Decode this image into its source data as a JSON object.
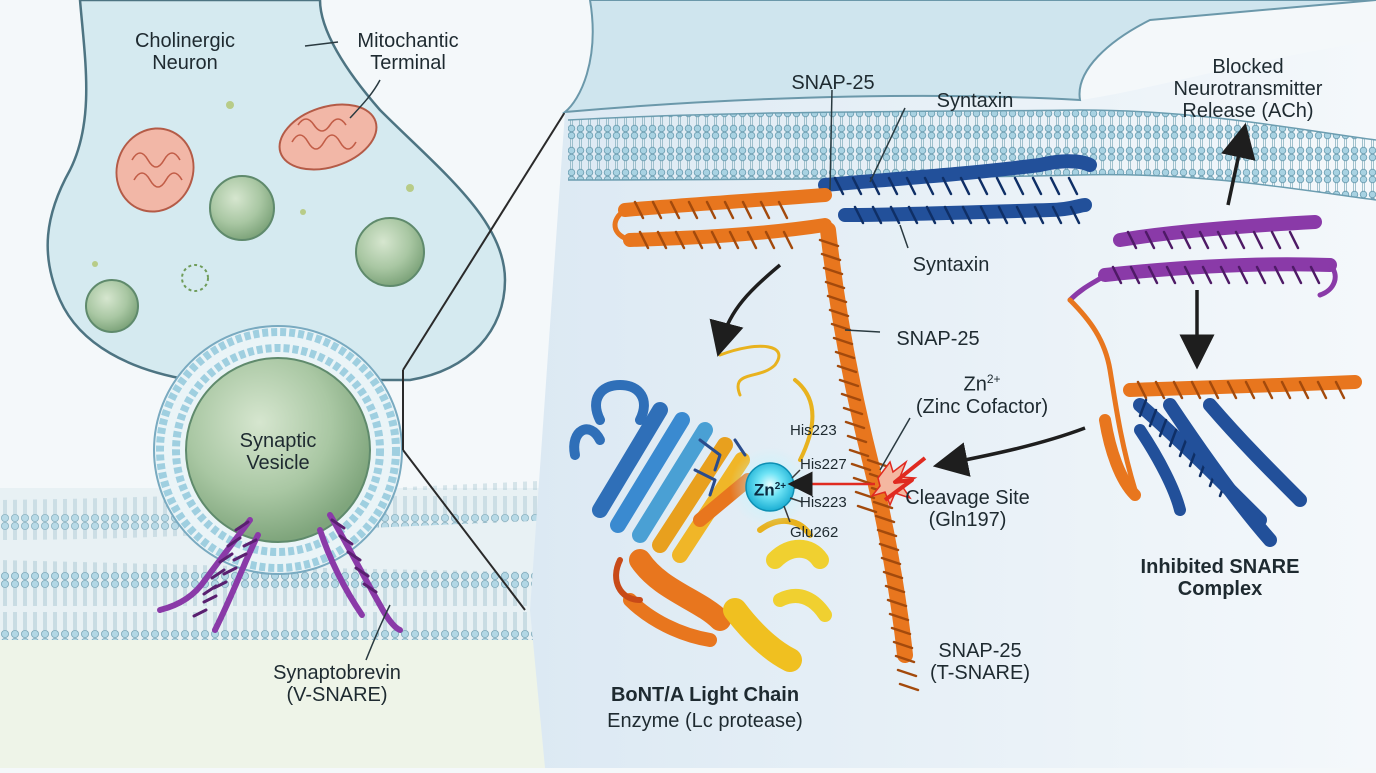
{
  "labels": {
    "cholinergic_neuron": [
      "Cholinergic",
      "Neuron"
    ],
    "mitochondrion_terminal": [
      "Mitochantic",
      "Terminal"
    ],
    "synaptic_vesicle": [
      "Synaptic",
      "Vesicle"
    ],
    "synaptobrevin": [
      "Synaptobrevin",
      "(V-SNARE)"
    ],
    "snap25_top": "SNAP-25",
    "syntaxin_top": "Syntaxin",
    "syntaxin_mid": "Syntaxin",
    "snap25_mid": "SNAP-25",
    "zinc_cofactor": {
      "symbol": "Zn",
      "charge": "2+",
      "description": "(Zinc Cofactor)"
    },
    "zinc_ion": {
      "symbol": "Zn",
      "charge": "2+"
    },
    "residues": [
      "His223",
      "His227",
      "His223",
      "Glu262"
    ],
    "cleavage_site": [
      "Cleavage Site",
      "(Gln197)"
    ],
    "snap25_tsnare": [
      "SNAP-25",
      "(T-SNARE)"
    ],
    "bont_title": "BoNT/A Light Chain",
    "bont_subtitle": "Enzyme (Lc protease)",
    "blocked_release": [
      "Blocked",
      "Neurotransmitter",
      "Release (ACh)"
    ],
    "inhibited_complex": [
      "Inhibited SNARE",
      "Complex"
    ]
  },
  "colors": {
    "snap25": "#e8761e",
    "syntaxin": "#22509a",
    "synaptobrevin": "#8a3aa8",
    "zinc": "#3fd4ee",
    "cleavage": "#e02a20",
    "membrane_head": "#9fcfe0",
    "neuron_fill": "#d5eaf0"
  }
}
